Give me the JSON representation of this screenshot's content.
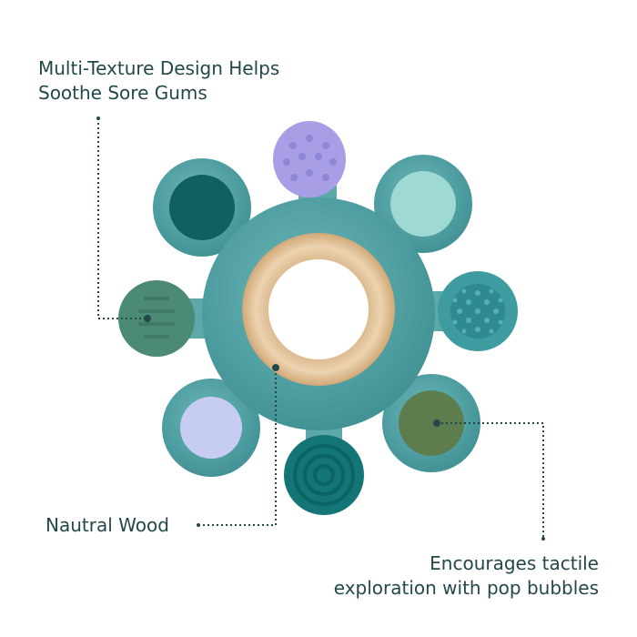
{
  "callouts": {
    "texture": {
      "line1": "Multi-Texture Design Helps",
      "line2": "Soothe Sore Gums"
    },
    "wood": {
      "text": "Nautral Wood"
    },
    "bubbles": {
      "line1": "Encourages tactile",
      "line2": "exploration with pop bubbles"
    }
  },
  "colors": {
    "text": "#24484a",
    "silicone": "#4fa3a6",
    "wood": "#e3c39a",
    "lavender": "#a79ee6",
    "dark_teal": "#0f5f63",
    "mint": "#9ed9d4",
    "sage": "#4b8a74",
    "olive": "#5d7d4f",
    "pale_lavender": "#c7ccf2",
    "deep_teal": "#137575"
  }
}
